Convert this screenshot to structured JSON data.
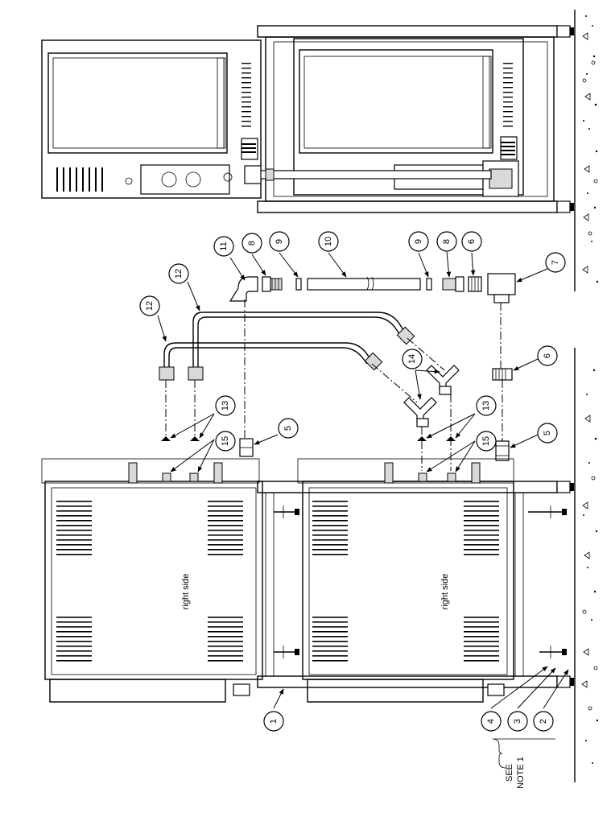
{
  "labels": {
    "right_side_top": "right side",
    "right_side_bottom": "right side",
    "note_line1": "SEE",
    "note_line2": "NOTE 1"
  },
  "callouts": [
    "1",
    "2",
    "3",
    "4",
    "5",
    "5",
    "6",
    "6",
    "7",
    "8",
    "8",
    "9",
    "9",
    "10",
    "11",
    "12",
    "12",
    "13",
    "13",
    "14",
    "15",
    "15"
  ]
}
